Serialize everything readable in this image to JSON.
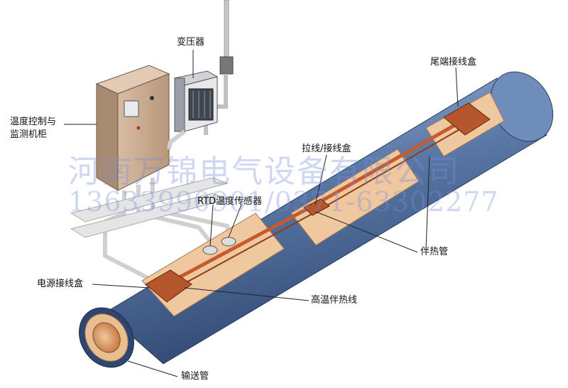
{
  "labels": {
    "transformer": "变压器",
    "control_cabinet_line1": "温度控制与",
    "control_cabinet_line2": "监测机柜",
    "tail_box": "尾端接线盒",
    "pull_box": "拉线/接线盒",
    "rtd_sensor": "RTD温度传感器",
    "tracer_pipe": "伴热管",
    "power_box": "电源接线盒",
    "high_temp_cable": "高温伴热线",
    "transport_pipe": "输送管"
  },
  "watermark": {
    "line1": "河南万锦电气设备有限公司",
    "line2": "13633990901/0371-63302277"
  },
  "colors": {
    "jacket": "#4f6f9e",
    "jacket_light": "#8fa9cf",
    "insulation": "#e7b88a",
    "cable": "#c65a2e",
    "cabinet": "#c9a98d",
    "pipe_core": "#d9925b"
  }
}
